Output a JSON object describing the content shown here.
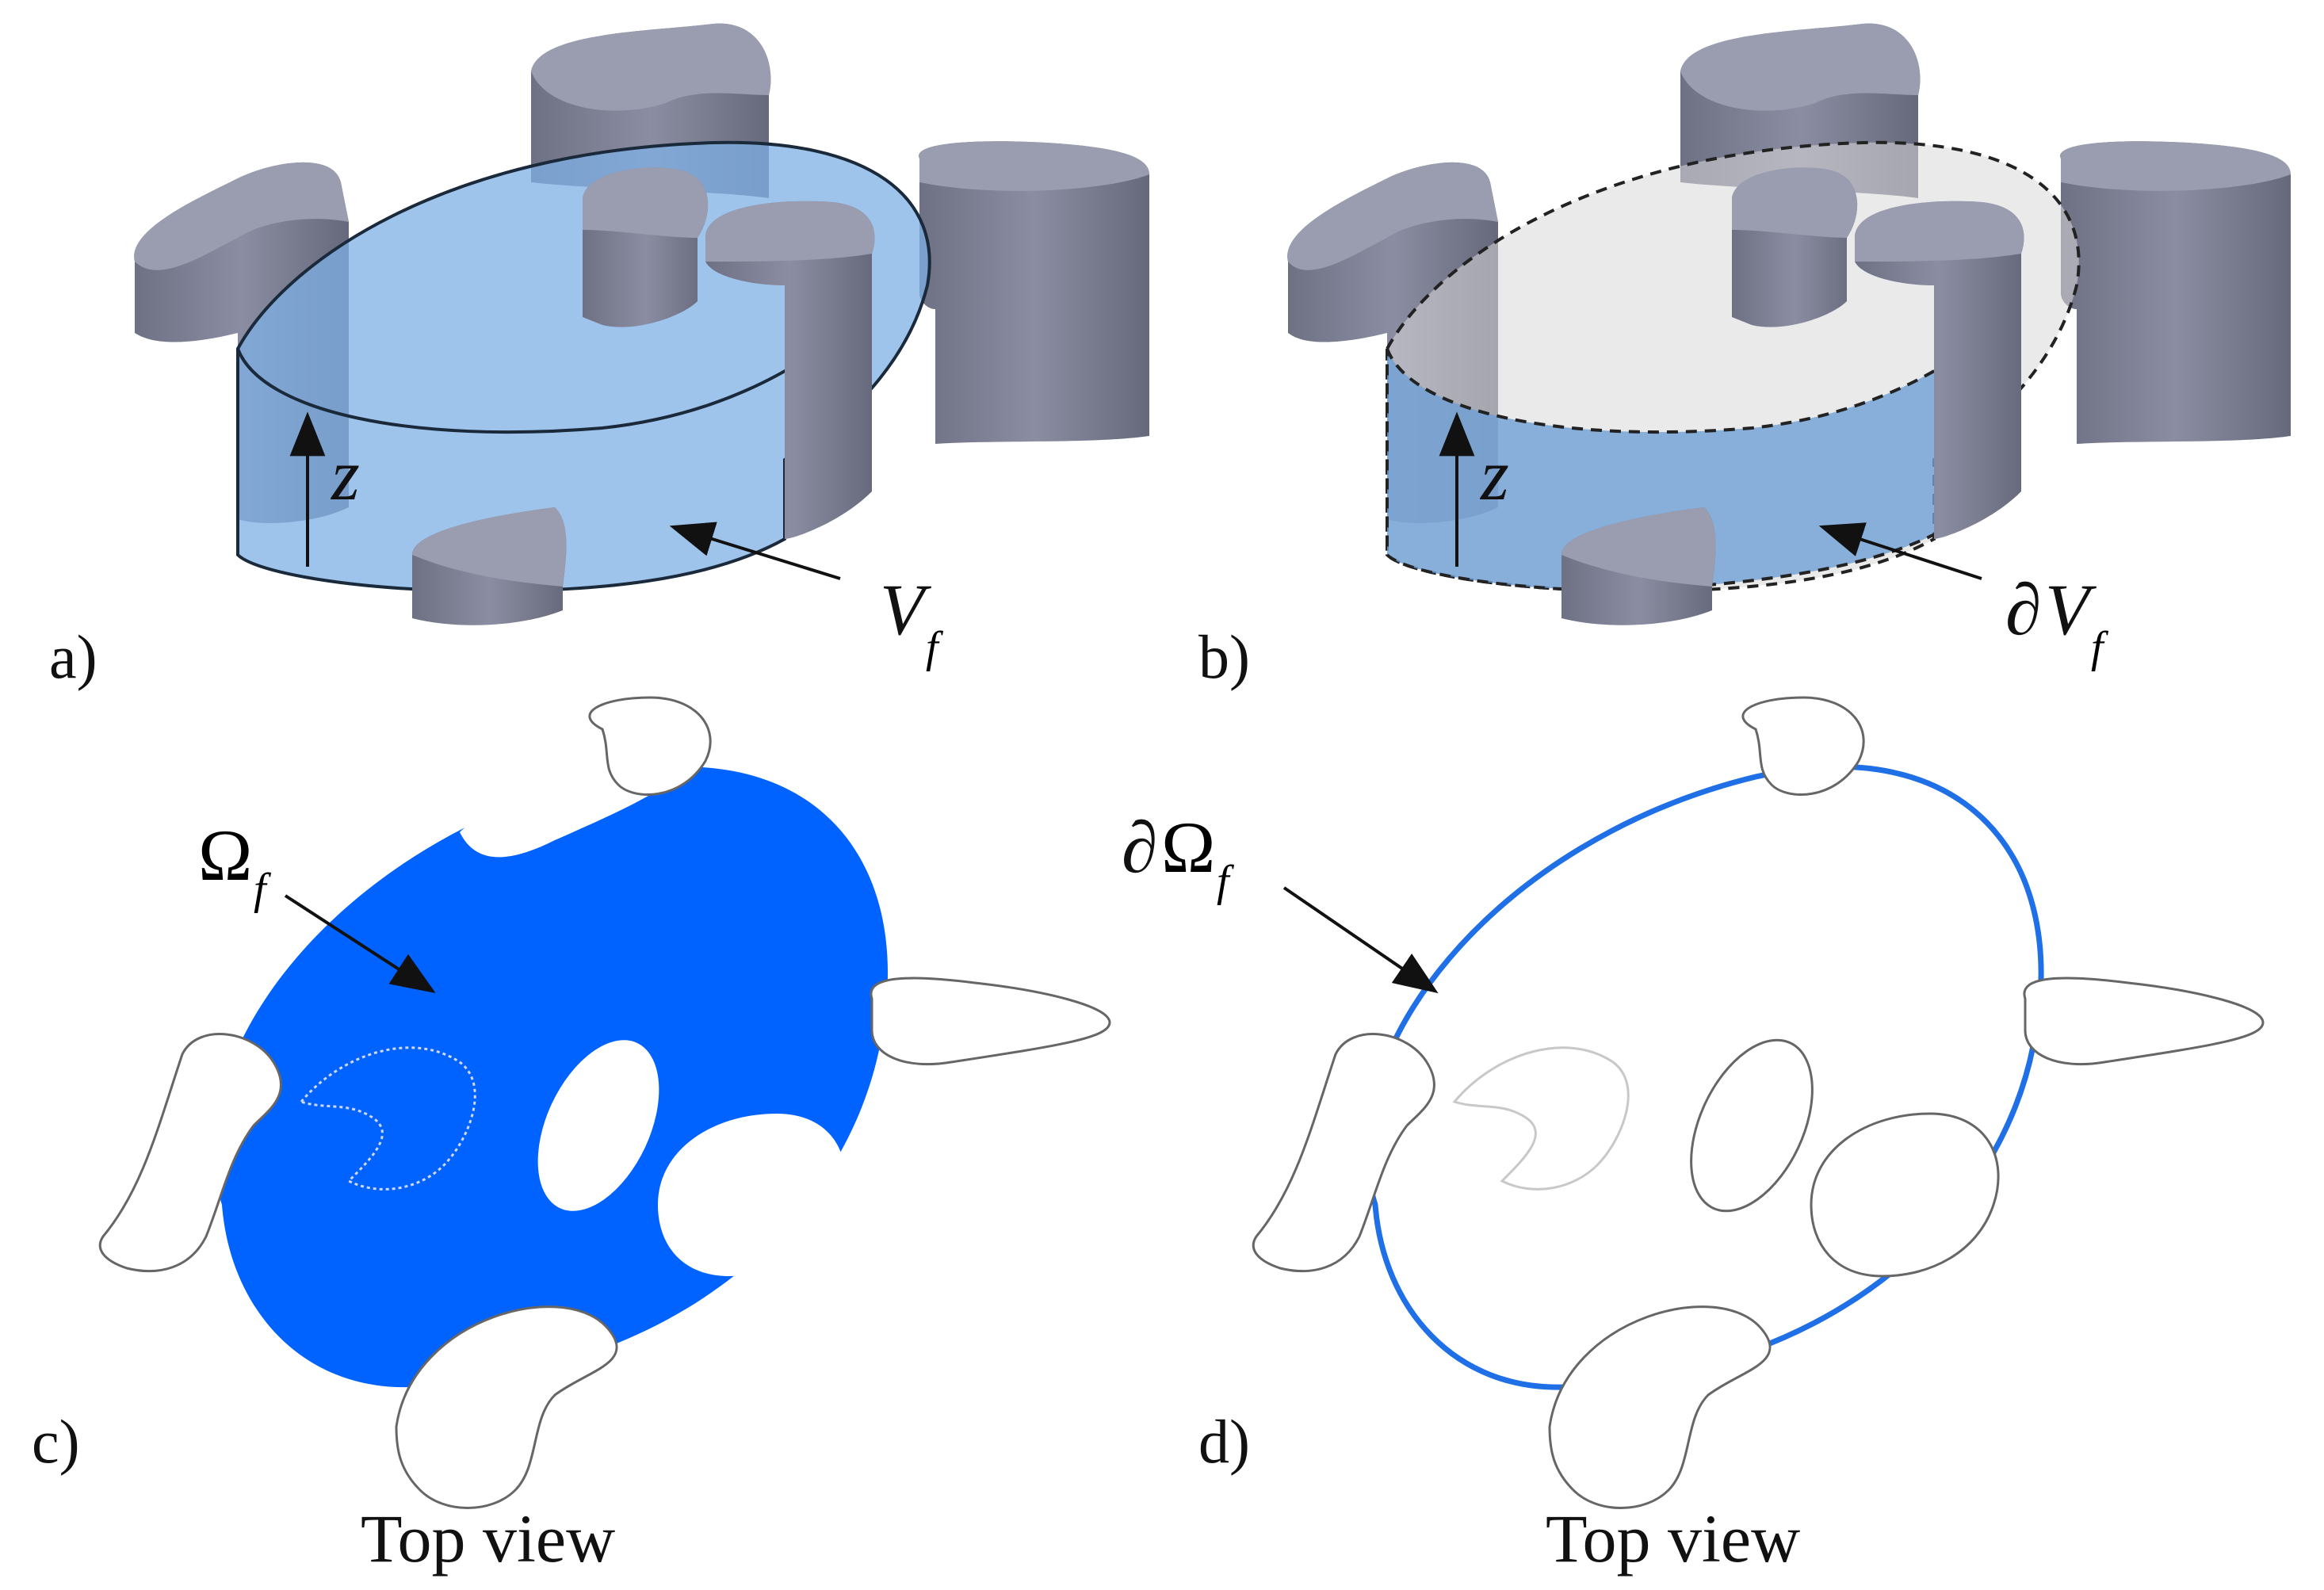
{
  "figure": {
    "panels": [
      {
        "id": "a",
        "label": "a)"
      },
      {
        "id": "b",
        "label": "b)"
      },
      {
        "id": "c",
        "label": "c)",
        "caption": "Top view"
      },
      {
        "id": "d",
        "label": "d)",
        "caption": "Top view"
      }
    ],
    "annotations": {
      "a_axis": "z",
      "a_symbol": "V",
      "a_sub": "f",
      "b_axis": "z",
      "b_partial": "∂",
      "b_symbol": "V",
      "b_sub": "f",
      "c_symbol": "Ω",
      "c_sub": "f",
      "d_partial": "∂",
      "d_symbol": "Ω",
      "d_sub": "f"
    },
    "colors": {
      "solid_pillar": "#7d7f92",
      "pillar_top": "#9a9cb0",
      "fluid_volume": "#6f9fd6",
      "fluid_region": "#0062ff",
      "boundary": "#1f6fe6"
    }
  }
}
